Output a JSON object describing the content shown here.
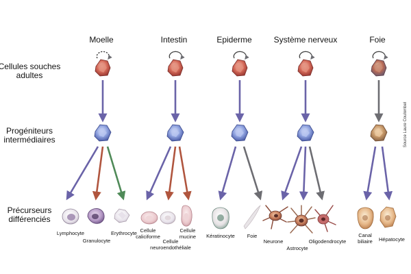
{
  "columns": [
    "Moelle",
    "Intestin",
    "Epiderme",
    "Système nerveux",
    "Foie"
  ],
  "rows": {
    "adult_stem": [
      "Cellules souches",
      "adultes"
    ],
    "progenitor": [
      "Progéniteurs",
      "intermédiaires"
    ],
    "precursor": [
      "Précurseurs",
      "différenciés"
    ]
  },
  "cells": {
    "moelle": [
      "Lymphocyte",
      "Granulocyte",
      "Erythrocyte"
    ],
    "intestin": [
      "Cellule",
      "caliciforme",
      "Cellule",
      "neuroendothéliale",
      "Cellule",
      "mucine"
    ],
    "epiderme": [
      "Kératinocyte",
      "Foie"
    ],
    "nerveux": [
      "Neurone",
      "Astrocyte",
      "Oligodendrocyte"
    ],
    "foie": [
      "Canal",
      "biliaire",
      "Hépatocyte"
    ]
  },
  "source": "Source Laure Coulombel",
  "colors": {
    "arrow_purple": "#6a63a8",
    "arrow_gray": "#6d6d72",
    "arrow_red": "#b0553e",
    "arrow_green": "#4f8a58",
    "stem_cell": "#c75a4e",
    "progenitor": "#6a7fc0"
  }
}
